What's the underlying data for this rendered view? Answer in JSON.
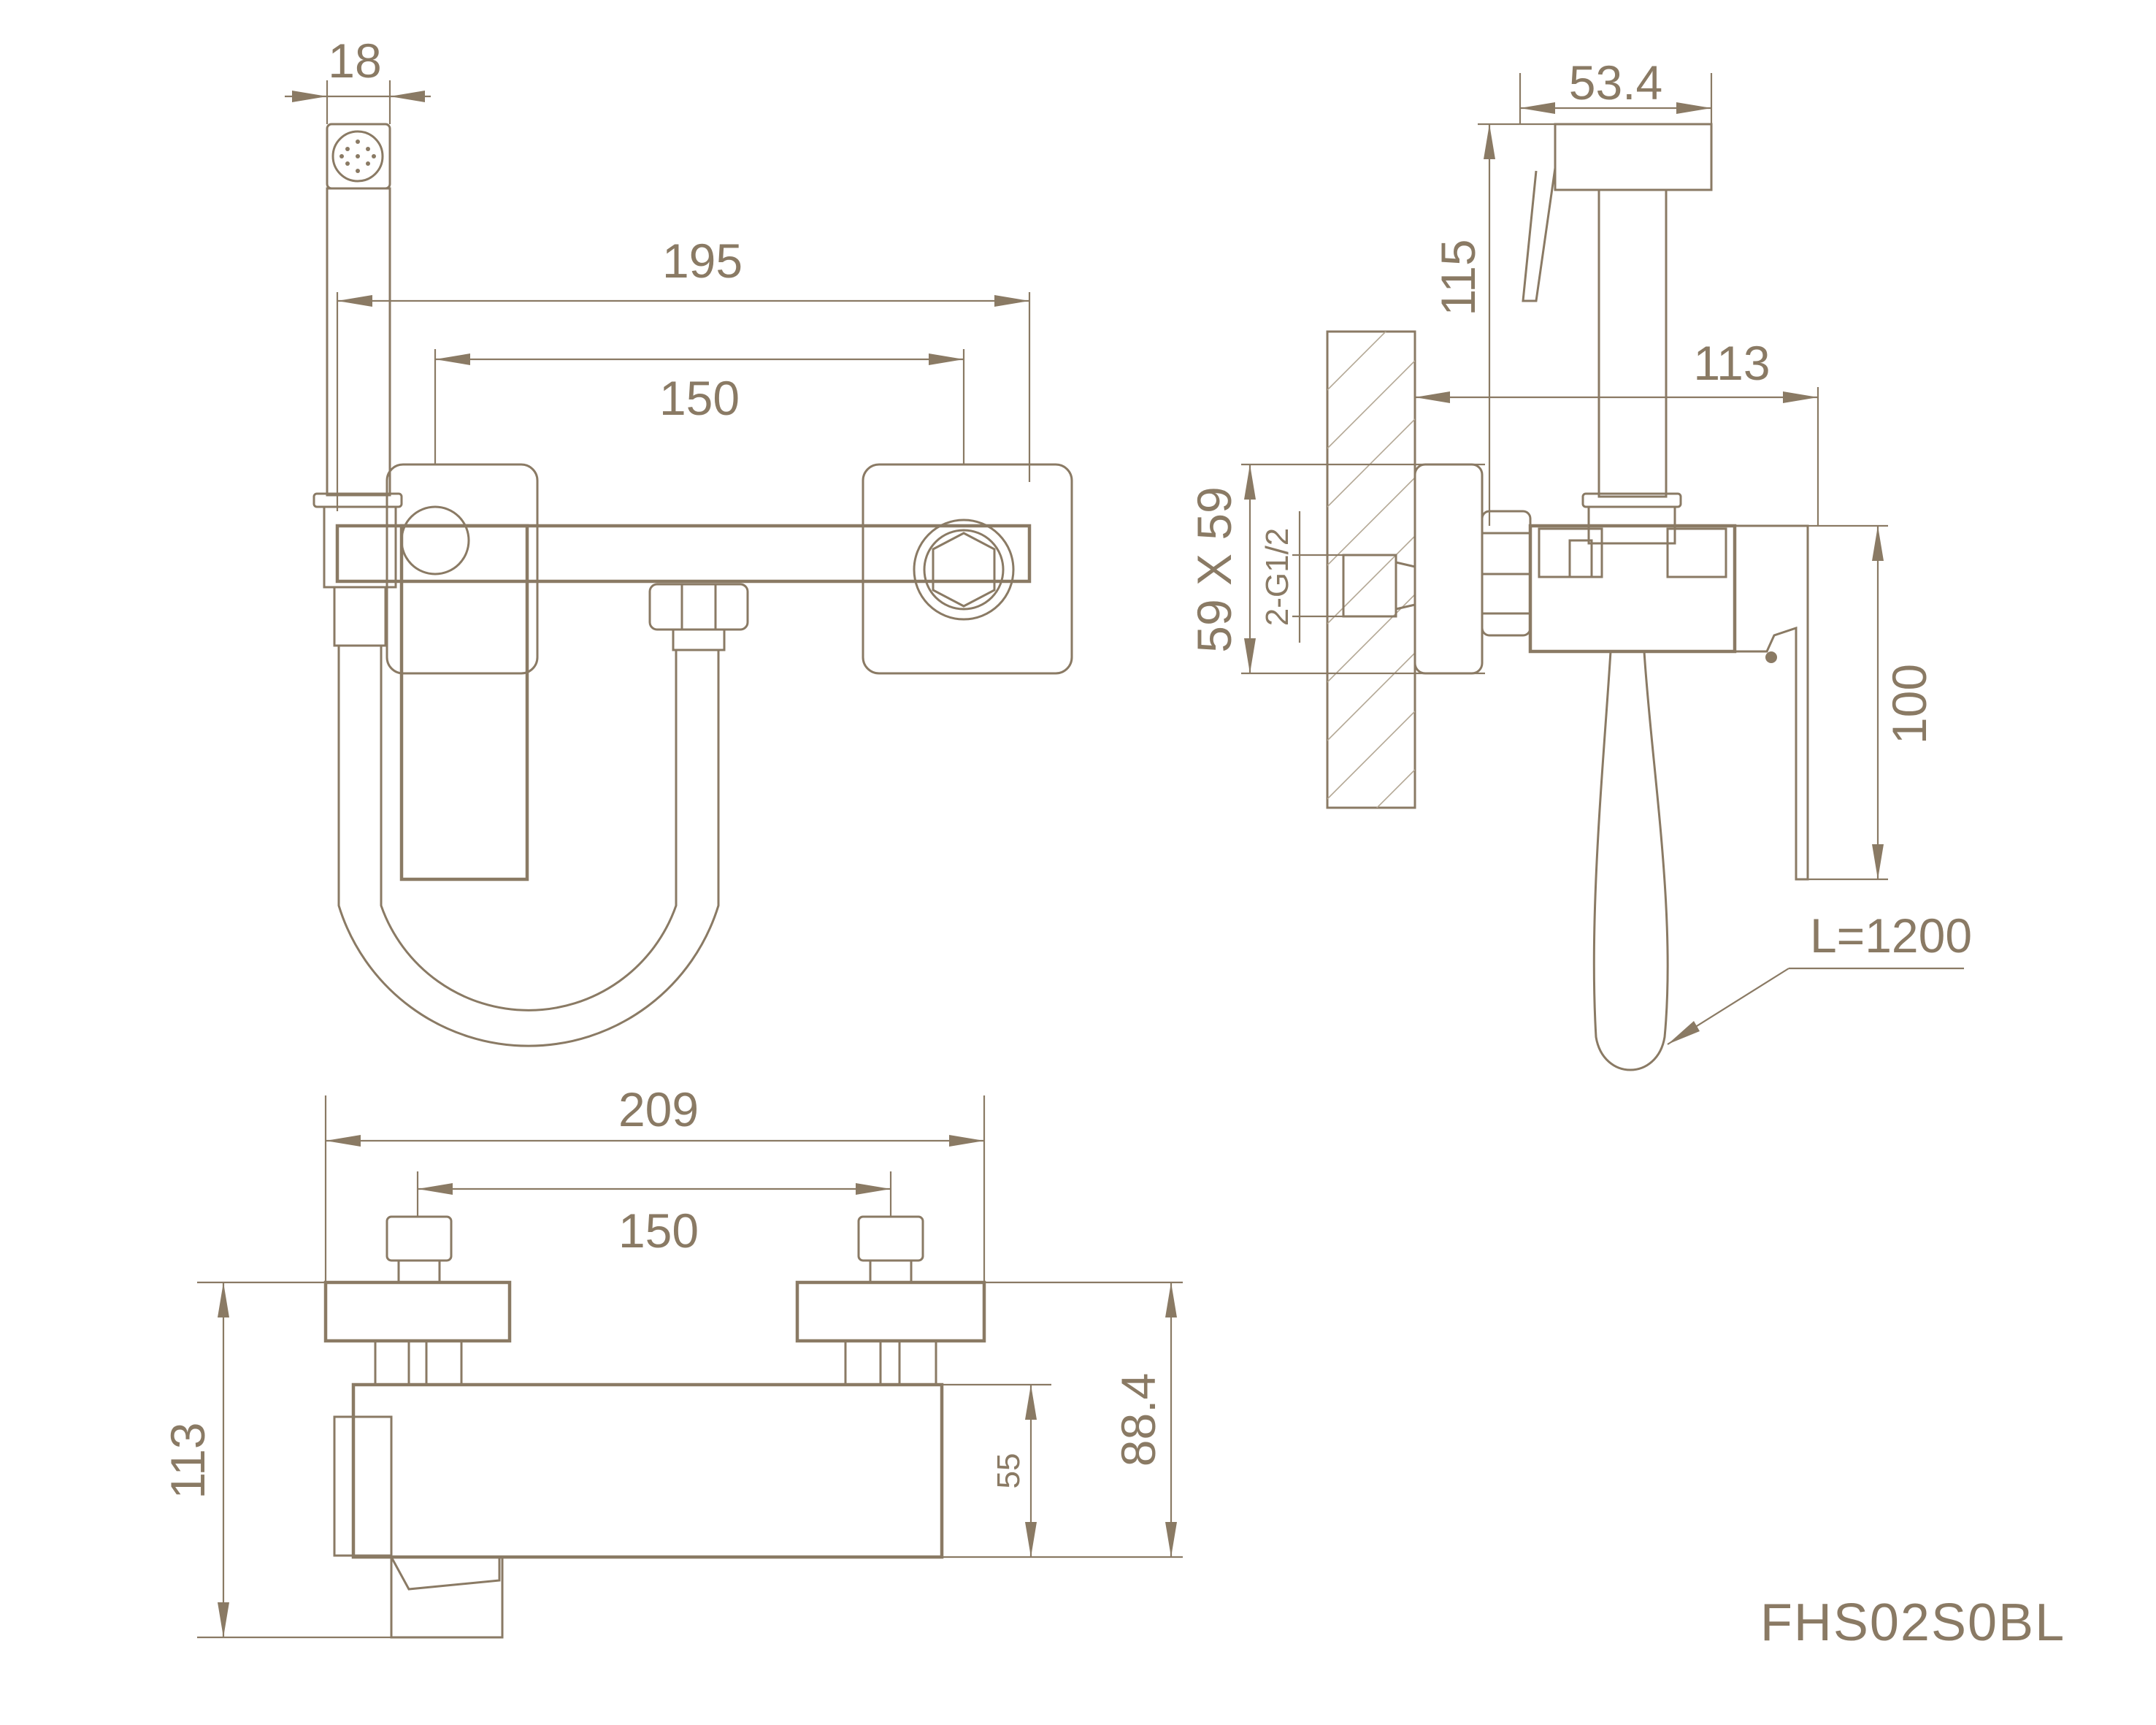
{
  "model_code": "FHS02S0BL",
  "front_view": {
    "dim_handle_width": "18",
    "dim_overall_width": "195",
    "dim_center_distance": "150"
  },
  "side_view": {
    "dim_sprayer_depth": "53.4",
    "dim_sprayer_height": "115",
    "dim_projection": "113",
    "dim_flange": "59 X 59",
    "dim_thread": "2-G1/2",
    "dim_lever_height": "100",
    "hose_length": "L=1200"
  },
  "bottom_view": {
    "dim_overall_width": "209",
    "dim_center_distance": "150",
    "dim_total_height": "113",
    "dim_inlet_height": "88.4",
    "dim_body_height": "55"
  },
  "colors": {
    "line": "#8a7a64",
    "background": "#ffffff"
  }
}
